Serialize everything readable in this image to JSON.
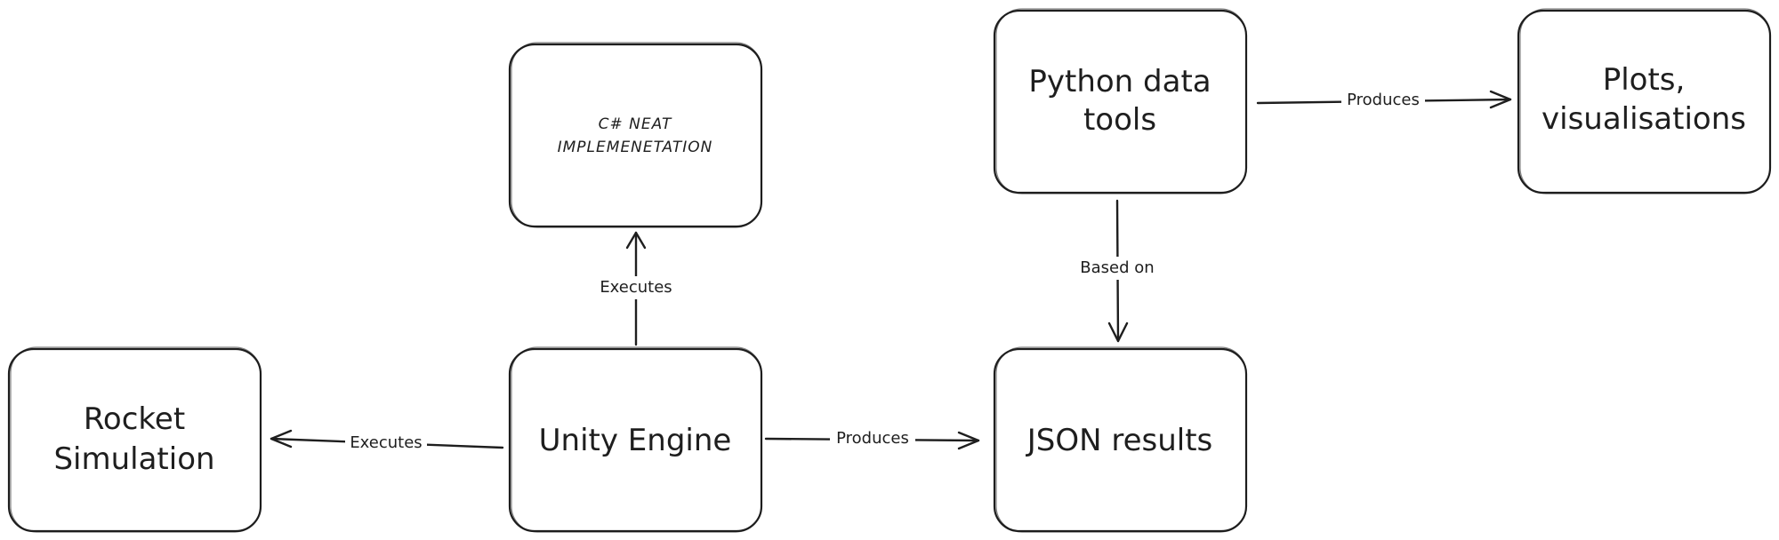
{
  "diagram": {
    "nodes": {
      "csharp_neat": {
        "lines": [
          "C# NEAT",
          "IMPLEMENETATION"
        ]
      },
      "python_tools": {
        "lines": [
          "Python data",
          "tools"
        ]
      },
      "plots": {
        "lines": [
          "Plots,",
          "visualisations"
        ]
      },
      "rocket_sim": {
        "lines": [
          "Rocket",
          "Simulation"
        ]
      },
      "unity_engine": {
        "lines": [
          "Unity Engine"
        ]
      },
      "json_results": {
        "lines": [
          "JSON results"
        ]
      }
    },
    "edges": {
      "unity_to_neat": {
        "label": "Executes"
      },
      "unity_to_rocket": {
        "label": "Executes"
      },
      "unity_to_json": {
        "label": "Produces"
      },
      "python_to_json": {
        "label": "Based on"
      },
      "python_to_plots": {
        "label": "Produces"
      }
    },
    "colors": {
      "stroke": "#1e1e1e",
      "background": "#ffffff"
    }
  }
}
